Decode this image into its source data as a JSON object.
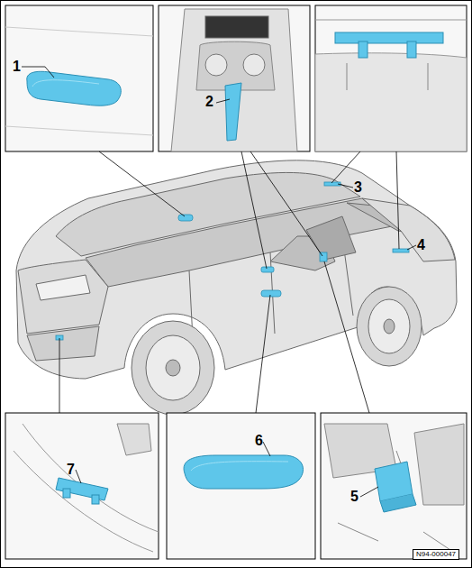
{
  "diagram": {
    "labels": [
      "1",
      "2",
      "3",
      "4",
      "5",
      "6",
      "7",
      "N94-000047"
    ]
  }
}
